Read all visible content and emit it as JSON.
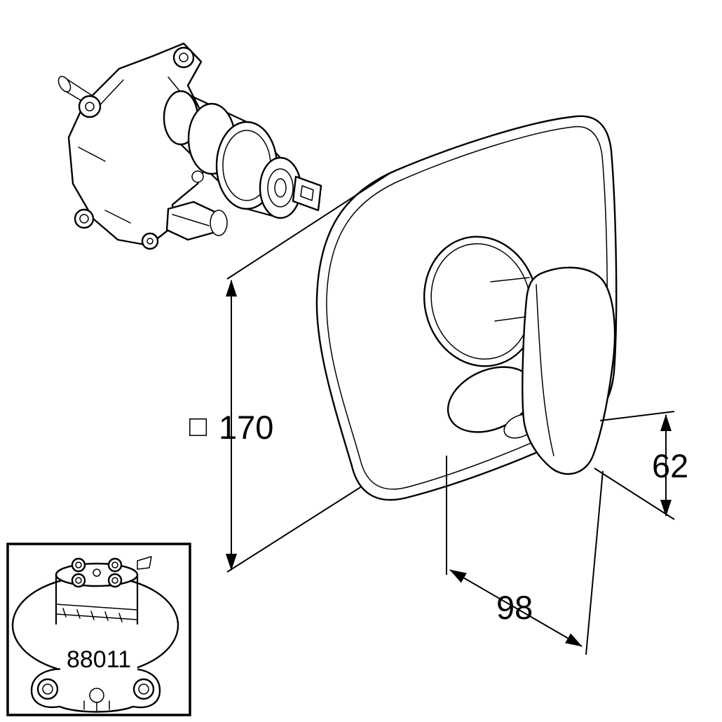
{
  "colors": {
    "background": "#ffffff",
    "line": "#000000"
  },
  "dimensions": {
    "plate_symbol": "□",
    "plate_value": "170",
    "handle_height_value": "62",
    "depth_value": "98"
  },
  "inset": {
    "part_number": "88011"
  }
}
